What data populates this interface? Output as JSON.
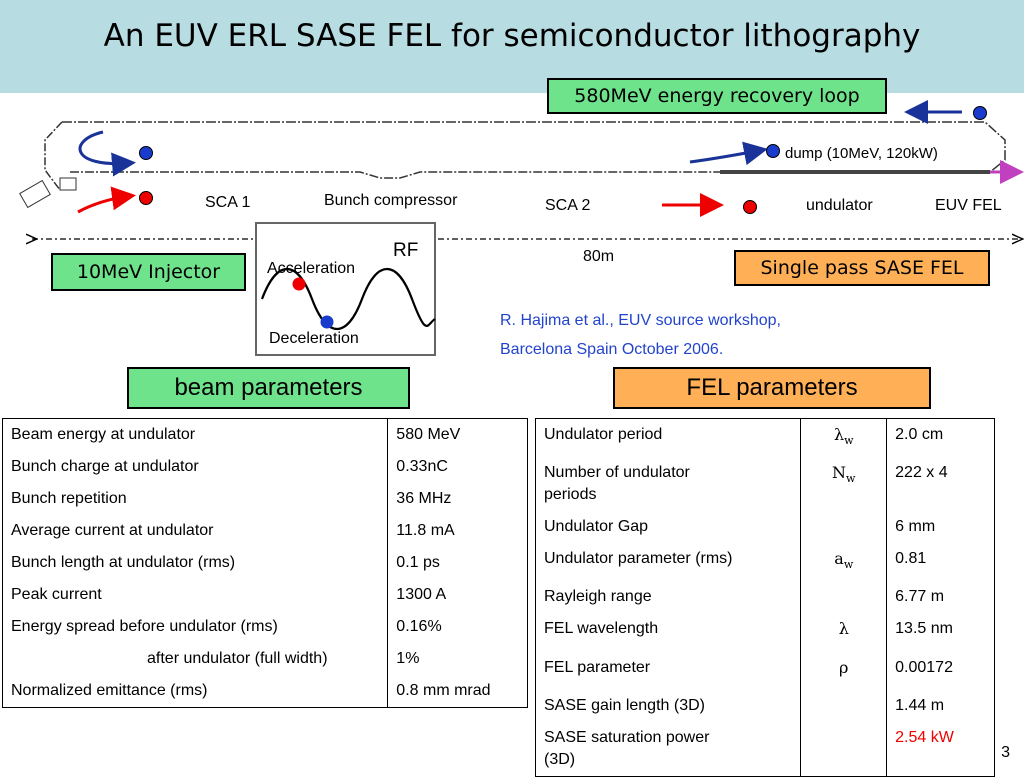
{
  "title": "An EUV ERL SASE FEL for semiconductor lithography",
  "labels": {
    "loop": "580MeV energy recovery loop",
    "dump": "dump (10MeV, 120kW)",
    "sca1": "SCA 1",
    "bunch_compressor": "Bunch compressor",
    "sca2": "SCA 2",
    "undulator": "undulator",
    "euv_fel": "EUV FEL",
    "length": "80m",
    "injector": "10MeV Injector",
    "sase_fel": "Single pass SASE FEL",
    "rf": "RF",
    "acceleration": "Acceleration",
    "deceleration": "Deceleration"
  },
  "reference": {
    "line1": "R. Hajima et al., EUV source workshop,",
    "line2": "Barcelona Spain October 2006."
  },
  "beam_header": "beam parameters",
  "fel_header": "FEL parameters",
  "beam_params": [
    {
      "name": "Beam energy at undulator",
      "value": "580 MeV"
    },
    {
      "name": "Bunch charge at undulator",
      "value": "0.33nC"
    },
    {
      "name": "Bunch repetition",
      "value": "36 MHz"
    },
    {
      "name": "Average current at undulator",
      "value": "11.8 mA"
    },
    {
      "name": "Bunch length at undulator (rms)",
      "value": "0.1 ps"
    },
    {
      "name": "Peak current",
      "value": "1300 A"
    },
    {
      "name": "Energy spread before undulator (rms)",
      "value": "0.16%"
    },
    {
      "name": "after undulator (full width)",
      "value": "1%"
    },
    {
      "name": "Normalized emittance (rms)",
      "value": "0.8 mm mrad"
    }
  ],
  "fel_params": [
    {
      "name": "Undulator period",
      "symbol": "λ",
      "sub": "w",
      "value": "2.0 cm"
    },
    {
      "name": "Number of undulator periods",
      "symbol": "N",
      "sub": "w",
      "value": "222 x 4"
    },
    {
      "name": "Undulator Gap",
      "symbol": "",
      "sub": "",
      "value": "6 mm"
    },
    {
      "name": "Undulator parameter (rms)",
      "symbol": "a",
      "sub": "w",
      "value": "0.81"
    },
    {
      "name": "Rayleigh range",
      "symbol": "",
      "sub": "",
      "value": "6.77 m"
    },
    {
      "name": "FEL wavelength",
      "symbol": "λ",
      "sub": "",
      "value": "13.5 nm"
    },
    {
      "name": "FEL parameter",
      "symbol": "ρ",
      "sub": "",
      "value": "0.00172"
    },
    {
      "name": "SASE gain length (3D)",
      "symbol": "",
      "sub": "",
      "value": "1.44 m"
    },
    {
      "name": "SASE saturation power (3D)",
      "symbol": "",
      "sub": "",
      "value": "2.54 kW"
    }
  ],
  "page_number": "3",
  "colors": {
    "title_bg": "#b7dde3",
    "green_box": "#6fe28c",
    "orange_box": "#ffb056",
    "reference": "#2244cc",
    "highlight": "#e00000"
  }
}
